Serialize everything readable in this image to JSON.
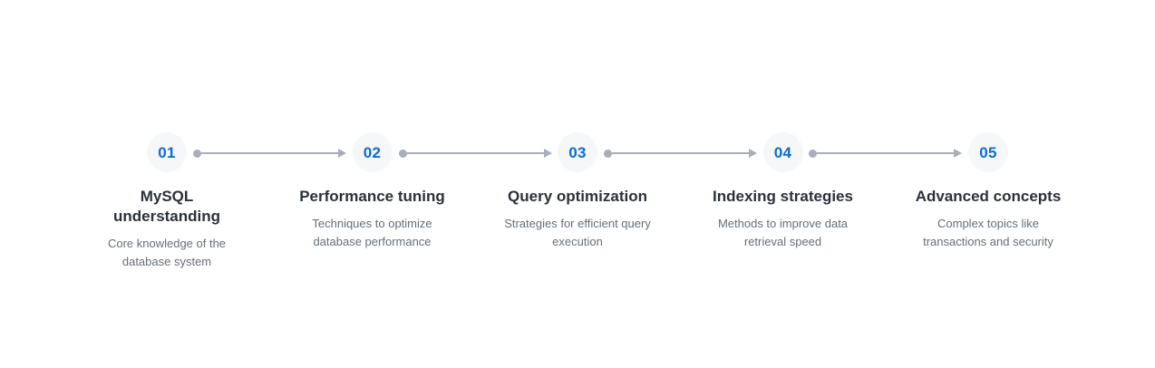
{
  "diagram": {
    "type": "horizontal-step-process",
    "accent_color": "#0c6cd4",
    "badge_background": "#f5f7f9",
    "connector_color": "#a9aeb7",
    "title_color": "#2c3138",
    "description_color": "#676e78",
    "background_color": "#ffffff",
    "steps": [
      {
        "number": "01",
        "title": "MySQL understanding",
        "description": "Core knowledge of the database system"
      },
      {
        "number": "02",
        "title": "Performance tuning",
        "description": "Techniques to optimize database performance"
      },
      {
        "number": "03",
        "title": "Query optimization",
        "description": "Strategies for efficient query execution"
      },
      {
        "number": "04",
        "title": "Indexing strategies",
        "description": "Methods to improve data retrieval speed"
      },
      {
        "number": "05",
        "title": "Advanced concepts",
        "description": "Complex topics like transactions and security"
      }
    ],
    "connectors": [
      {
        "from": "01",
        "to": "02",
        "icon": "arrow-right-icon"
      },
      {
        "from": "02",
        "to": "03",
        "icon": "arrow-right-icon"
      },
      {
        "from": "03",
        "to": "04",
        "icon": "arrow-right-icon"
      },
      {
        "from": "04",
        "to": "05",
        "icon": "arrow-right-icon"
      }
    ]
  }
}
